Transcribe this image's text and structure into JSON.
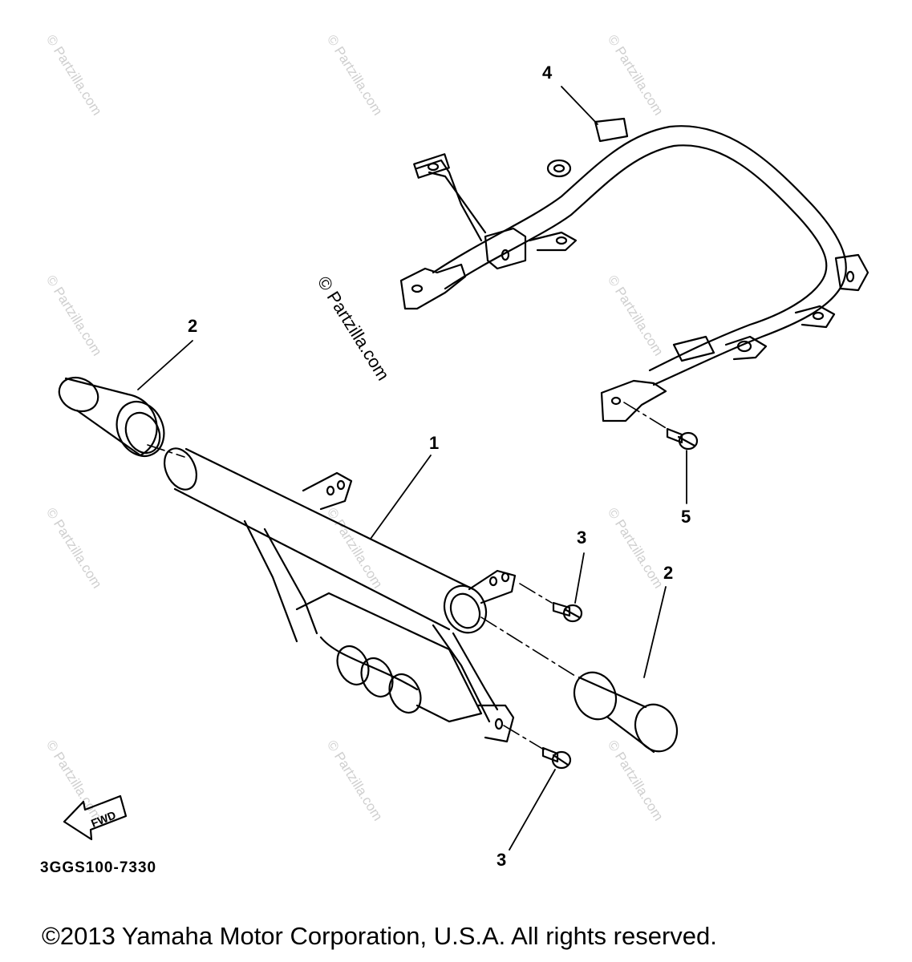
{
  "watermark": "© Partzilla.com",
  "callouts": {
    "c1": "1",
    "c2a": "2",
    "c2b": "2",
    "c3a": "3",
    "c3b": "3",
    "c4": "4",
    "c5": "5"
  },
  "fwd_label": "FWD",
  "diagram_code": "3GGS100-7330",
  "copyright": "©2013 Yamaha Motor Corporation, U.S.A. All rights reserved.",
  "colors": {
    "ink": "#000000",
    "watermark": "#cfcfcf",
    "background": "#ffffff"
  }
}
